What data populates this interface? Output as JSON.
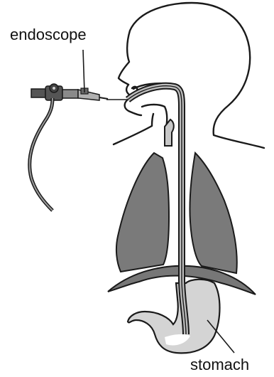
{
  "labels": {
    "endoscope": "endoscope",
    "stomach": "stomach"
  },
  "colors": {
    "outline": "#1a1a1a",
    "lung": "#7a7a7a",
    "stomach": "#d4d4d4",
    "diaphragm": "#777777",
    "tube": "#bdbdbd",
    "trachea": "#c8c8c8",
    "scope_body": "#555555"
  },
  "icons": {
    "endoscope": "endoscope-icon",
    "head": "head-silhouette",
    "lungs": "lungs",
    "stomach": "stomach"
  }
}
